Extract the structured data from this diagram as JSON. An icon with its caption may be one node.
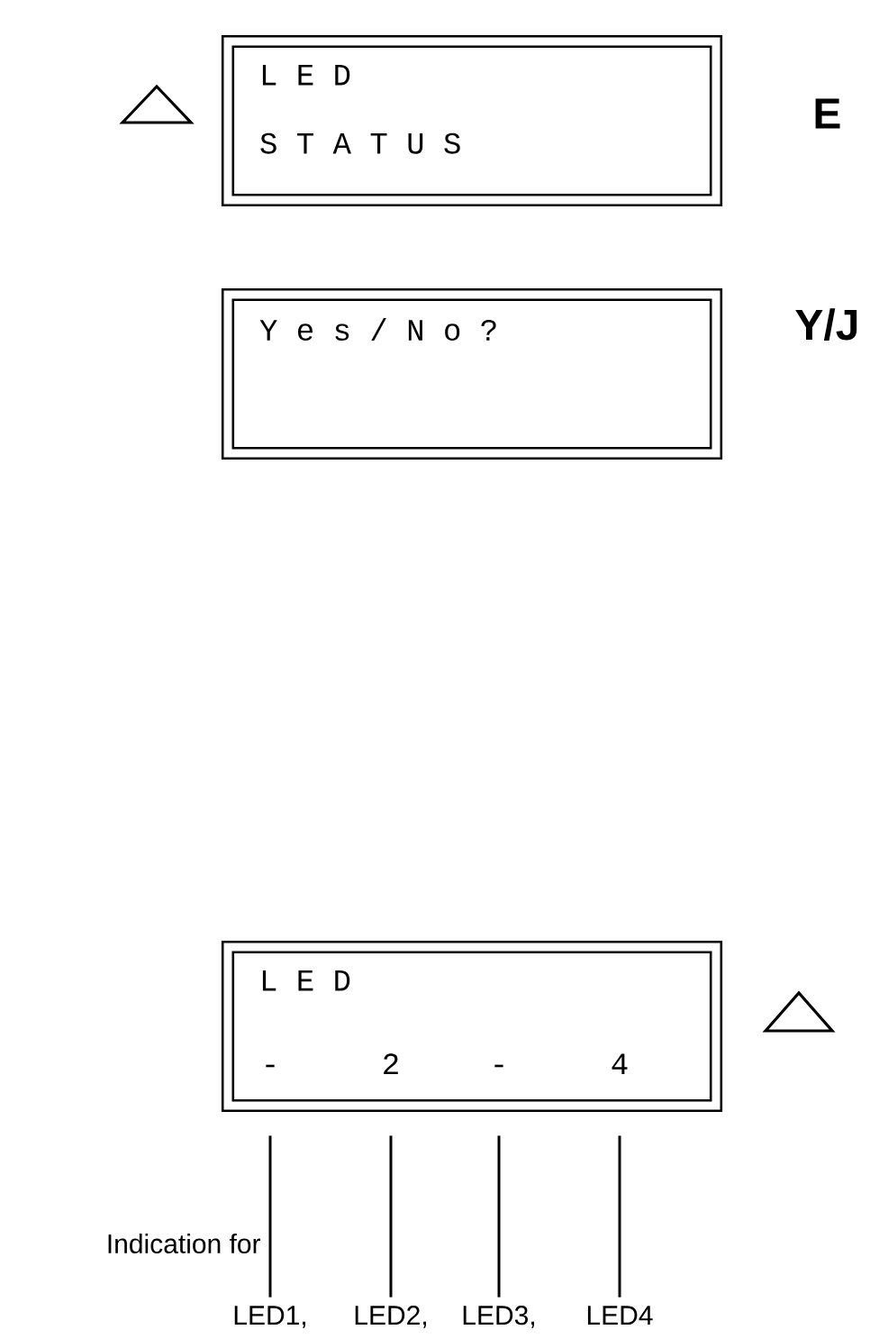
{
  "diagram": {
    "nodes": [
      {
        "text": [
          "L E D",
          "S T A T U S"
        ]
      },
      {
        "text": [
          "Y e s / N o ?"
        ]
      },
      {
        "text": [
          "L E D"
        ]
      },
      {
        "text": [
          "-"
        ],
        "in": 2
      },
      {
        "text": [
          "2"
        ],
        "in": 2
      },
      {
        "text": [
          "-"
        ],
        "in": 2
      },
      {
        "text": [
          "4"
        ],
        "in": 2
      },
      {
        "text": [
          "LED1,"
        ]
      },
      {
        "text": [
          "LED2,"
        ]
      },
      {
        "text": [
          "LED3,"
        ]
      },
      {
        "text": [
          "LED4"
        ]
      }
    ],
    "edges": [
      {
        "from": 7,
        "to": 3,
        "arrow": "none"
      },
      {
        "from": 8,
        "to": 4,
        "arrow": "none"
      },
      {
        "from": 9,
        "to": 5,
        "arrow": "none"
      },
      {
        "from": 10,
        "to": 6,
        "arrow": "none"
      }
    ],
    "labels": [
      "E",
      "Y/J",
      "Indication for"
    ]
  }
}
